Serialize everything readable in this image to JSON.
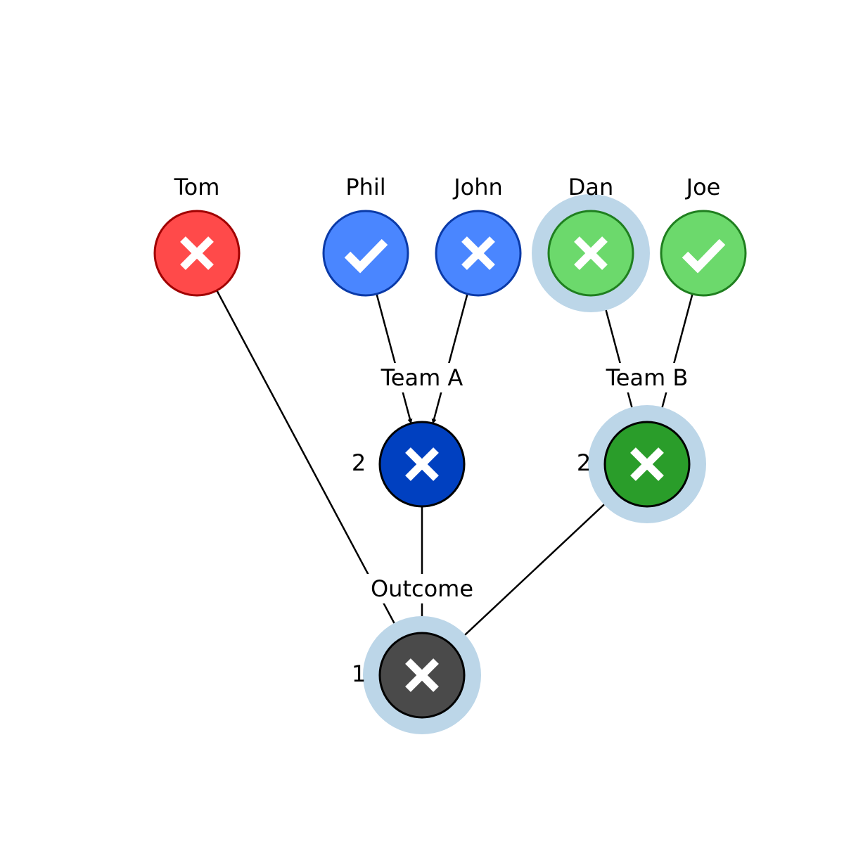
{
  "voters": [
    {
      "id": "tom",
      "name": "Tom",
      "vote": "x",
      "fill": "#ff4a4a",
      "stroke": "#a00000",
      "highlighted": false
    },
    {
      "id": "phil",
      "name": "Phil",
      "vote": "check",
      "fill": "#4a86ff",
      "stroke": "#0a3aa8",
      "highlighted": false
    },
    {
      "id": "john",
      "name": "John",
      "vote": "x",
      "fill": "#4a86ff",
      "stroke": "#0a3aa8",
      "highlighted": false
    },
    {
      "id": "dan",
      "name": "Dan",
      "vote": "x",
      "fill": "#6cd96c",
      "stroke": "#1f7f1f",
      "highlighted": true
    },
    {
      "id": "joe",
      "name": "Joe",
      "vote": "check",
      "fill": "#6cd96c",
      "stroke": "#1f7f1f",
      "highlighted": false
    }
  ],
  "groups": [
    {
      "id": "team-a",
      "label": "Team A",
      "weight": "2",
      "vote": "x",
      "fill": "#0040c0",
      "stroke": "#000000",
      "highlighted": false
    },
    {
      "id": "team-b",
      "label": "Team B",
      "weight": "2",
      "vote": "x",
      "fill": "#2a9d2a",
      "stroke": "#000000",
      "highlighted": true
    }
  ],
  "outcome": {
    "label": "Outcome",
    "weight": "1",
    "vote": "x",
    "fill": "#4a4a4a",
    "stroke": "#000000",
    "highlighted": true
  },
  "highlight_color": "#bcd6e8"
}
